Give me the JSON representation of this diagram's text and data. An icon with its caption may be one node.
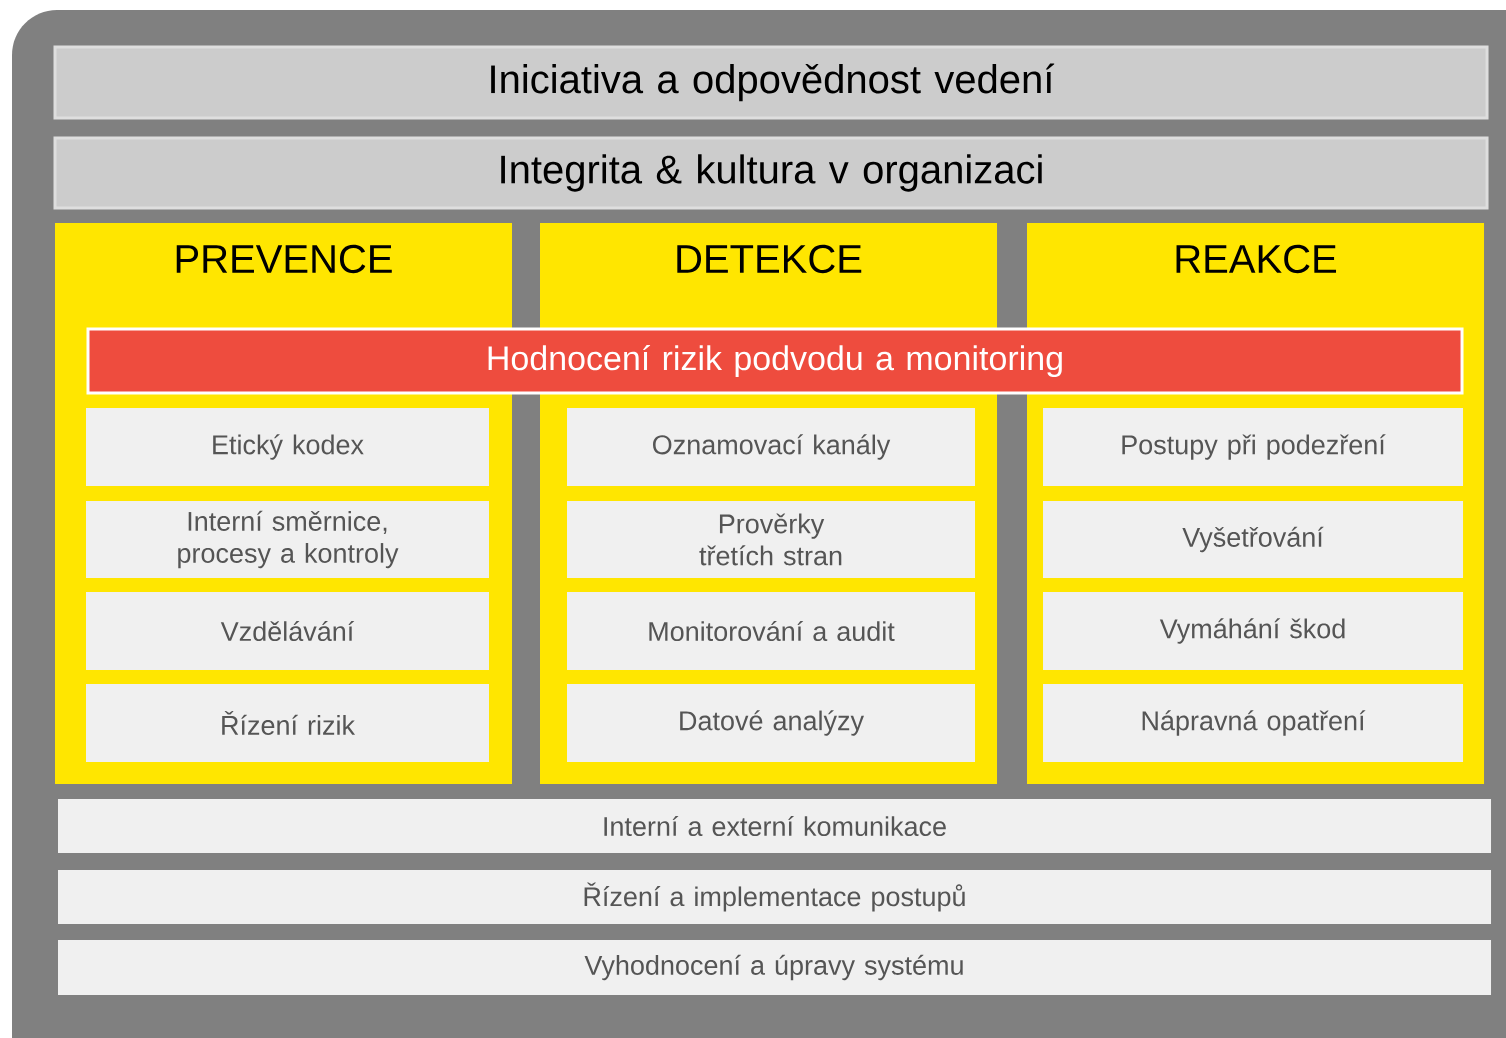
{
  "diagram": {
    "nodes": [
      {
        "text": [
          "Iniciativa a odpovědnost vedení"
        ]
      },
      {
        "text": [
          "Integrita & kultura v organizaci"
        ]
      },
      {
        "text": [
          "PREVENCE"
        ]
      },
      {
        "text": [
          "DETEKCE"
        ]
      },
      {
        "text": [
          "REAKCE"
        ]
      },
      {
        "text": [
          "Hodnocení rizik podvodu a monitoring"
        ]
      },
      {
        "text": [
          "Etický kodex"
        ],
        "in": 2
      },
      {
        "text": [
          "Interní směrnice, procesy a kontroly"
        ],
        "in": 2
      },
      {
        "text": [
          "Vzdělávání"
        ],
        "in": 2
      },
      {
        "text": [
          "Řízení rizik"
        ],
        "in": 2
      },
      {
        "text": [
          "Oznamovací kanály"
        ],
        "in": 3
      },
      {
        "text": [
          "Prověrky třetích stran"
        ],
        "in": 3
      },
      {
        "text": [
          "Monitorování a audit"
        ],
        "in": 3
      },
      {
        "text": [
          "Datové analýzy"
        ],
        "in": 3
      },
      {
        "text": [
          "Postupy při podezření"
        ],
        "in": 4
      },
      {
        "text": [
          "Vyšetřování"
        ],
        "in": 4
      },
      {
        "text": [
          "Vymáhání škod"
        ],
        "in": 4
      },
      {
        "text": [
          "Nápravná opatření"
        ],
        "in": 4
      },
      {
        "text": [
          "Interní a externí komunikace"
        ]
      },
      {
        "text": [
          "Řízení a implementace postupů"
        ]
      },
      {
        "text": [
          "Vyhodnocení a úpravy systému"
        ]
      }
    ]
  }
}
